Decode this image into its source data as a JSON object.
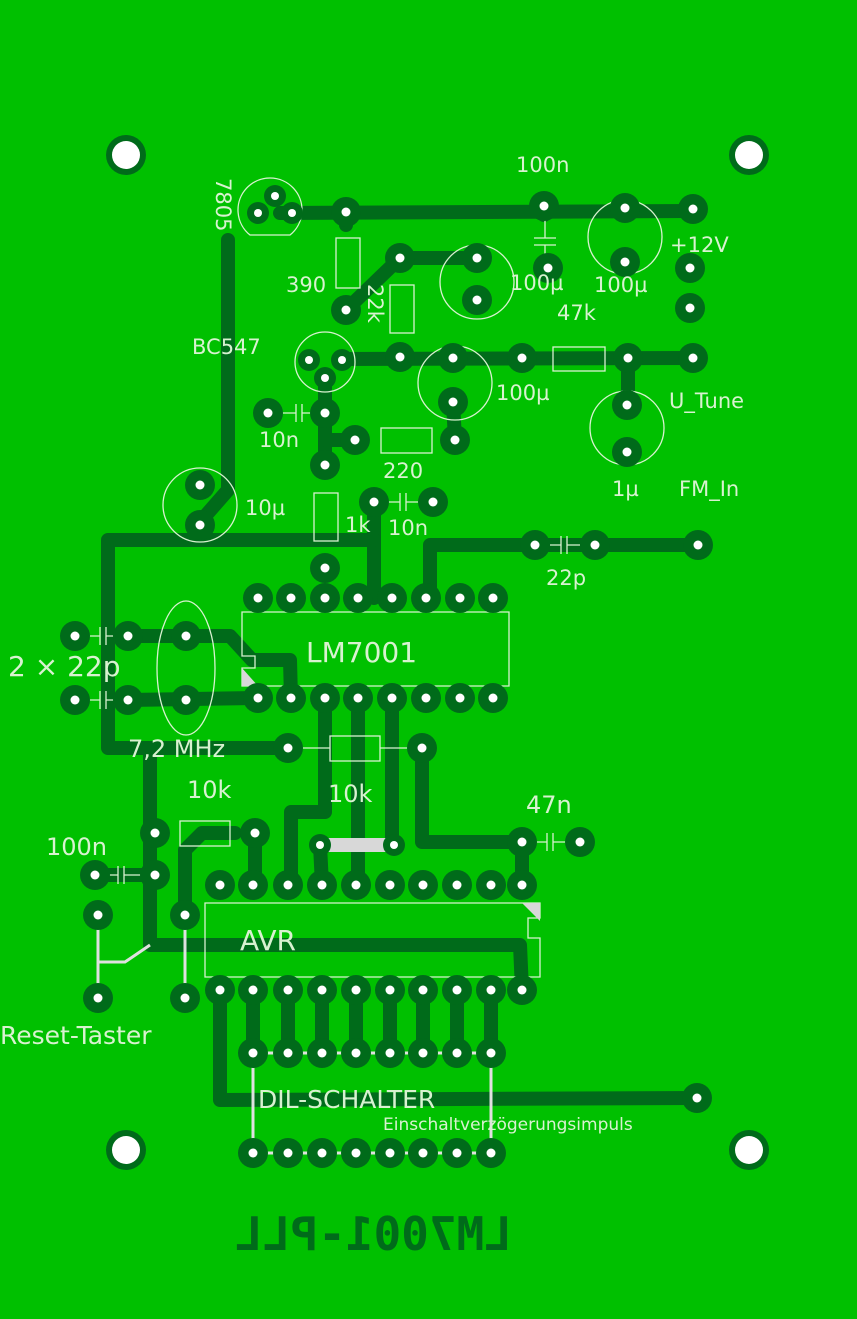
{
  "board": {
    "colors": {
      "board": "#00c000",
      "copper": "#006b1a",
      "silkscreen": "#d8f2d0",
      "hole": "#ffffff"
    },
    "labels": {
      "regulator": "7805",
      "c_100n_top": "100n",
      "r_390": "390",
      "r_22k": "22k",
      "c_100u_a": "100µ",
      "c_100u_b": "100µ",
      "v12": "+12V",
      "r_47k": "47k",
      "transistor": "BC547",
      "c_100u_c": "100µ",
      "u_tune": "U_Tune",
      "c_10n_a": "10n",
      "r_220": "220",
      "c_1u": "1µ",
      "fm_in": "FM_In",
      "c_10u": "10µ",
      "r_1k": "1k",
      "c_10n_b": "10n",
      "c_22p": "22p",
      "ic_pll": "LM7001",
      "c_2x22p": "2 × 22p",
      "crystal": "7,2 MHz",
      "r_10k_a": "10k",
      "r_10k_b": "10k",
      "c_47n": "47n",
      "c_100n_reset": "100n",
      "ic_avr": "AVR",
      "reset": "Reset-Taster",
      "dil": "DIL-SCHALTER",
      "power_on_delay": "Einschaltverzögerungsimpuls",
      "board_name": "LM7001-PLL"
    }
  }
}
